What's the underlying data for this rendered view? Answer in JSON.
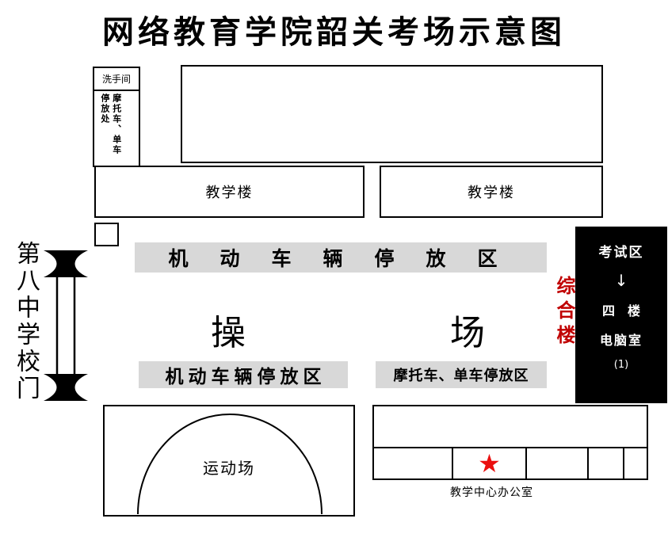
{
  "title": "网络教育学院韶关考场示意图",
  "colors": {
    "accent_red": "#c00000",
    "star_red": "#ea0f0f",
    "gray_zone": "#d8d8d8",
    "ink": "#000000"
  },
  "buildings": {
    "restroom": "洗手间",
    "moto_parking_side": "摩托车、单车停放处",
    "teaching_left": "教学楼",
    "teaching_right": "教学楼",
    "complex_building": "综合楼",
    "sports_field": "运动场",
    "office": "教学中心办公室"
  },
  "zones": {
    "motor_parking_top": "机动车辆停放区",
    "motor_parking_bottom": "机动车辆停放区",
    "moto_bike_parking_bottom": "摩托车、单车停放区",
    "playground_char_left": "操",
    "playground_char_right": "场"
  },
  "gate": {
    "label": "第八中学校门"
  },
  "exam_area": {
    "line1": "考试区",
    "arrow": "↓",
    "line2": "四　楼",
    "line3": "电脑室",
    "line4": "(1)"
  },
  "star": "★"
}
